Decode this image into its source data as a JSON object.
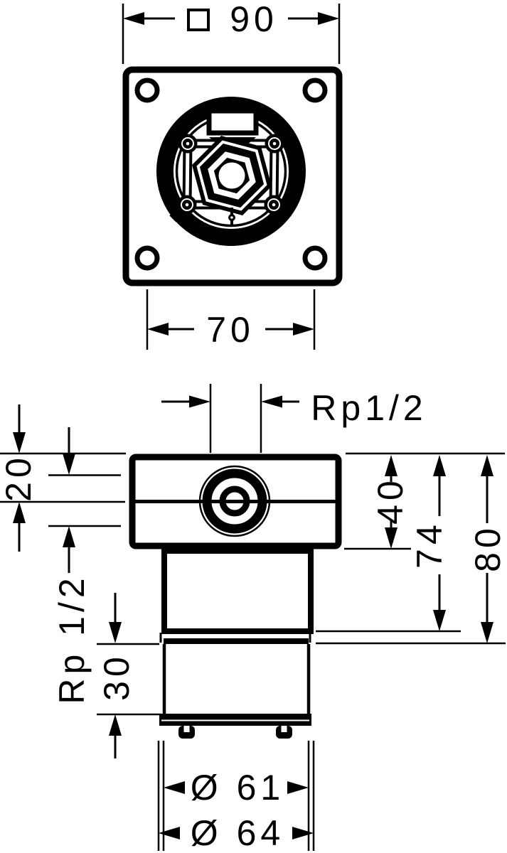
{
  "drawing": {
    "colors": {
      "ink": "#000000",
      "paper": "#ffffff"
    },
    "top_view": {
      "flange_width_dim": {
        "symbol": "□",
        "value": "90"
      },
      "hole_spacing_dim": {
        "value": "70"
      }
    },
    "side_view": {
      "top_thread_dim": {
        "value": "Rp1/2"
      },
      "front_depth_dim": {
        "value": "20"
      },
      "side_thread_dim": {
        "value": "Rp 1/2"
      },
      "housing_height_dim": {
        "value": "40"
      },
      "depth_to_spigot_end_dim": {
        "value": "74"
      },
      "depth_to_connector_dim": {
        "value": "80"
      },
      "lower_section_height_dim": {
        "value": "30"
      },
      "inner_diameter_dim": {
        "value": "Ø 61"
      },
      "outer_diameter_dim": {
        "value": "Ø 64"
      }
    }
  }
}
